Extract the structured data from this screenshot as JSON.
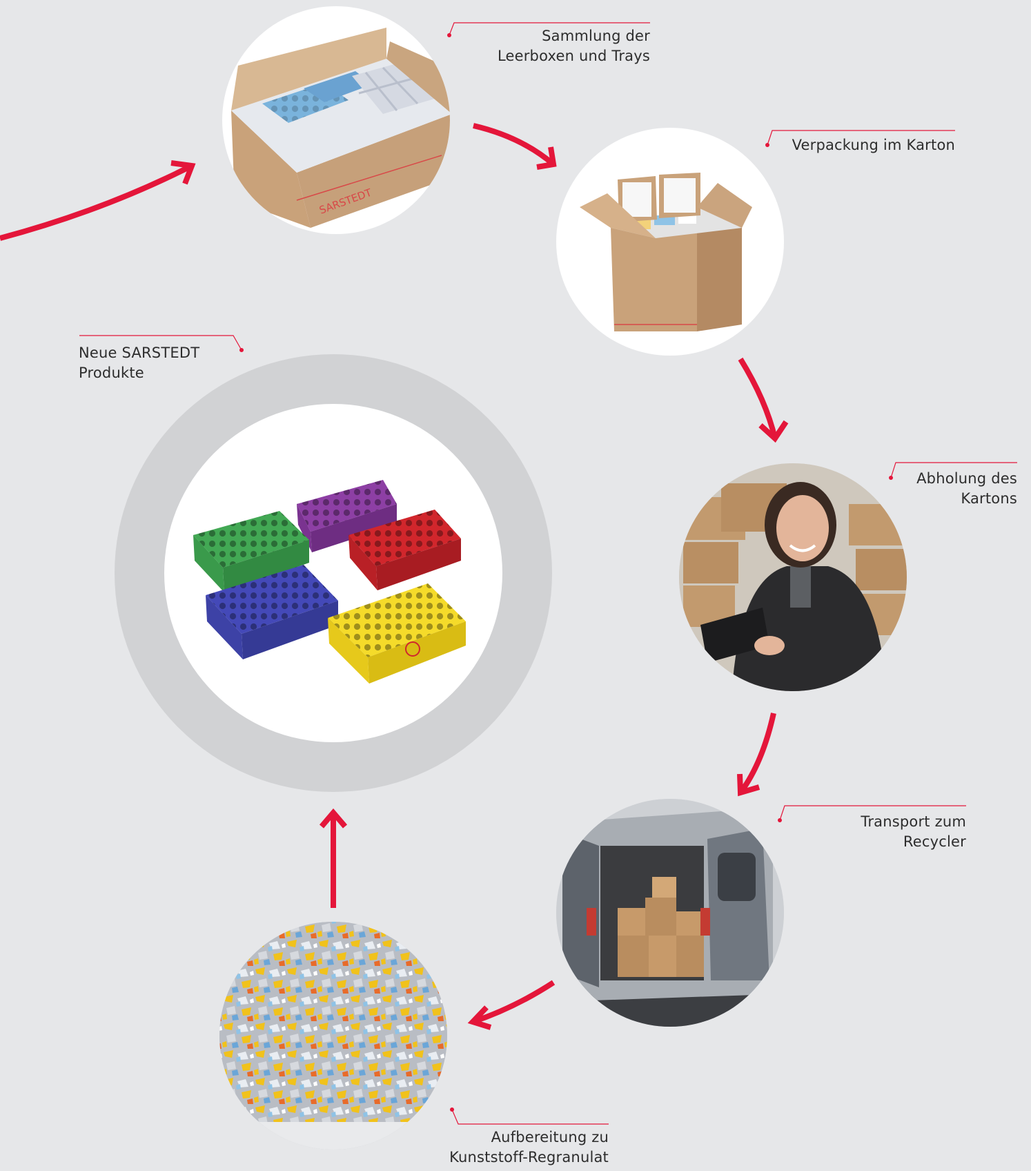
{
  "diagram": {
    "colors": {
      "background": "#e6e7e9",
      "accent": "#e4163a",
      "ring": "#d1d2d4",
      "text": "#2d2d2d"
    },
    "steps": [
      {
        "id": "collection",
        "lines": [
          "Sammlung der",
          "Leerboxen und Trays"
        ],
        "image": "open-cardboard-box-with-empty-tip-boxes"
      },
      {
        "id": "packaging",
        "lines": [
          "Verpackung im Karton"
        ],
        "image": "packed-sarstedt-shipping-carton"
      },
      {
        "id": "pickup",
        "lines": [
          "Abholung des",
          "Kartons"
        ],
        "image": "warehouse-worker-with-tablet"
      },
      {
        "id": "transport",
        "lines": [
          "Transport zum",
          "Recycler"
        ],
        "image": "delivery-van-loaded-with-boxes"
      },
      {
        "id": "processing",
        "lines": [
          "Aufbereitung zu",
          "Kunststoff-Regranulat"
        ],
        "image": "plastic-regranulate-flakes"
      },
      {
        "id": "new-products",
        "lines": [
          "Neue SARSTEDT",
          "Produkte"
        ],
        "image": "colored-tube-racks"
      }
    ],
    "brand_on_box": "SARSTEDT"
  }
}
